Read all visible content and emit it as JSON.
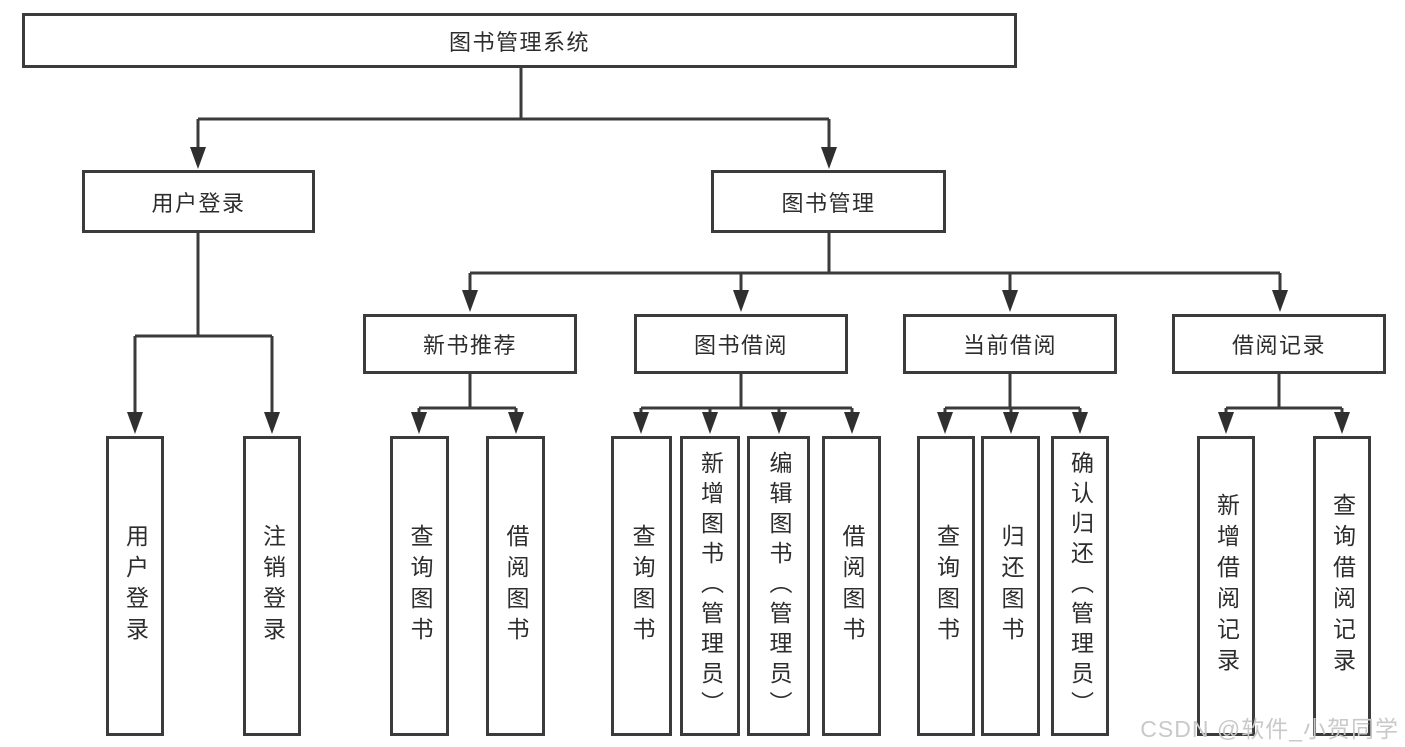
{
  "colors": {
    "line": "#3b3b3b",
    "text": "#2d2d2d",
    "watermark": "#c9c9c9"
  },
  "tree": {
    "root": "图书管理系统",
    "left_branch": {
      "label": "用户登录",
      "children": [
        "用户登录",
        "注销登录"
      ]
    },
    "right_branch": {
      "label": "图书管理",
      "sections": [
        {
          "label": "新书推荐",
          "children": [
            "查询图书",
            "借阅图书"
          ]
        },
        {
          "label": "图书借阅",
          "children": [
            "查询图书",
            "新增图书（管理员）",
            "编辑图书（管理员）",
            "借阅图书"
          ]
        },
        {
          "label": "当前借阅",
          "children": [
            "查询图书",
            "归还图书",
            "确认归还（管理员）"
          ]
        },
        {
          "label": "借阅记录",
          "children": [
            "新增借阅记录",
            "查询借阅记录"
          ]
        }
      ]
    }
  },
  "watermark": "CSDN @软件_小贺同学"
}
